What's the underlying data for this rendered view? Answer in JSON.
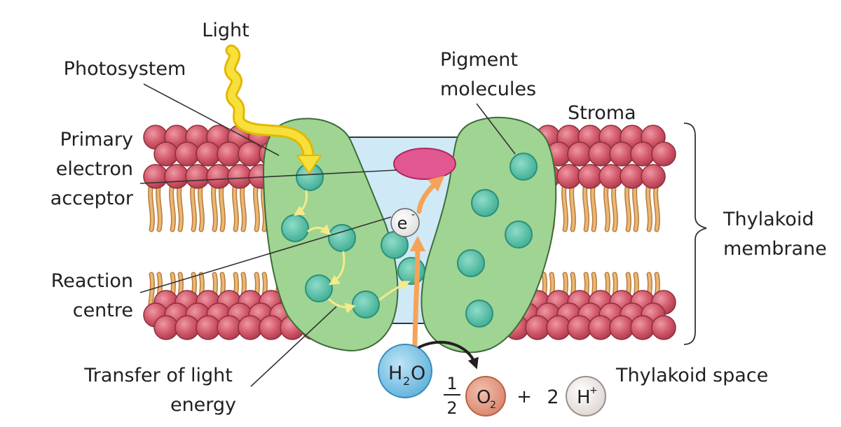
{
  "labels": {
    "light": "Light",
    "photosystem": "Photosystem",
    "primary_acceptor": [
      "Primary",
      "electron",
      "acceptor"
    ],
    "reaction_centre": [
      "Reaction",
      "centre"
    ],
    "transfer": [
      "Transfer of light",
      "energy"
    ],
    "pigment": [
      "Pigment",
      "molecules"
    ],
    "stroma": "Stroma",
    "thylakoid_membrane": [
      "Thylakoid",
      "membrane"
    ],
    "thylakoid_space": "Thylakoid space"
  },
  "chemistry": {
    "electron": "e",
    "electron_charge": "-",
    "water_h": "H",
    "water_sub": "2",
    "water_o": "O",
    "half_num": "1",
    "half_den": "2",
    "oxygen": "O",
    "oxygen_sub": "2",
    "plus": "+",
    "coefficient": "2",
    "proton": "H",
    "proton_charge": "+"
  },
  "colors": {
    "phospholipid_head": "#d2596a",
    "lipid_tail": "#e8b46e",
    "photosystem": "#9fd493",
    "pigment": "#4fbfa6",
    "acceptor": "#e0588f",
    "channel": "#cfe9f6",
    "water": "#7cc3e6",
    "oxygen": "#e49a85",
    "proton": "#efe7e4",
    "light_arrow": "#f7d21f",
    "electron_path": "#f6a358"
  }
}
